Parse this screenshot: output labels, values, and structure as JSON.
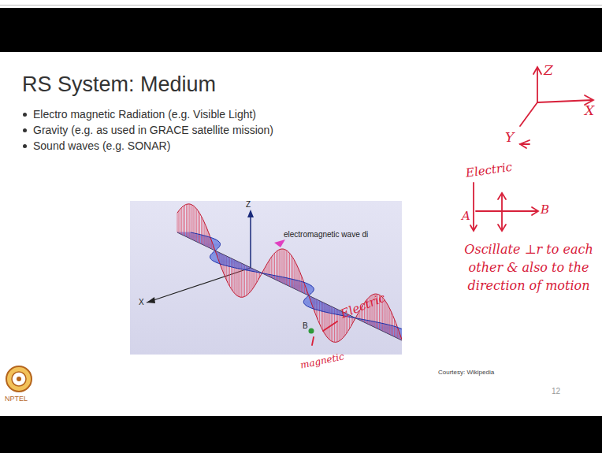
{
  "diagram": {
    "title": "RS System: Medium",
    "labels": [
      "Electro magnetic Radiation (e.g. Visible Light)",
      "Gravity (e.g. as used in GRACE satellite mission)",
      "Sound waves (e.g. SONAR)",
      "Z",
      "electromagnetic wave di",
      "X",
      "B",
      "Electric",
      "magnetic",
      "Z",
      "X",
      "Y",
      "Electric",
      "A",
      "B",
      "Oscillate ⊥r to each other & also to the direction of motion",
      "Courtesy: Wikipedia",
      "12",
      "NPTEL"
    ]
  }
}
